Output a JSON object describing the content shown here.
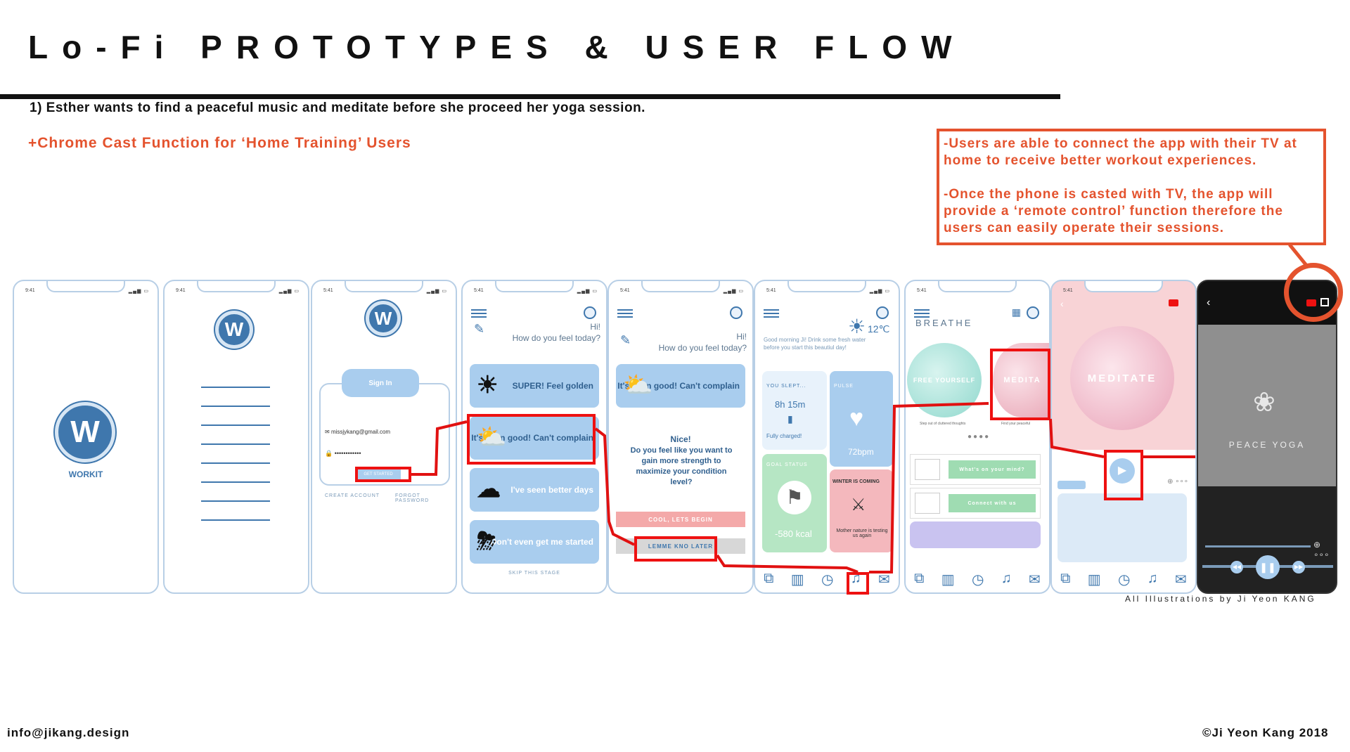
{
  "header": {
    "title": "Lo-Fi PROTOTYPES & USER FLOW",
    "scenario": "1) Esther wants to find a peaceful music and meditate before she proceed her yoga session.",
    "feature": "+Chrome Cast Function for ‘Home Training’ Users"
  },
  "callout": {
    "para1": "-Users are able to connect the app with their TV at home to receive better workout experiences.",
    "para2": "-Once the phone is casted with TV, the app will provide a ‘remote control’ function therefore the users can easily operate their sessions."
  },
  "status": {
    "time1": "9:41",
    "time2": "5:41"
  },
  "splash": {
    "brand": "WORKIT",
    "logo_letter": "W"
  },
  "signin": {
    "button": "Sign In",
    "email": "missjykang@gmail.com",
    "password": "••••••••••••",
    "get_started": "GET STARTED",
    "create_account": "CREATE ACCOUNT",
    "forgot_password": "FORGOT PASSWORD"
  },
  "mood": {
    "greeting": "Hi!",
    "question": "How do you feel today?",
    "options": [
      "SUPER! Feel golden",
      "It's been good! Can't complain",
      "I've seen better days",
      "Don't even get me started"
    ],
    "skip": "SKIP THIS STAGE"
  },
  "followup": {
    "selected": "It's been good! Can't complain",
    "nice": "Nice!",
    "prompt": "Do you feel like you want to gain more strength to maximize your condition level?",
    "begin": "COOL, LETS BEGIN",
    "later": "LEMME KNO LATER"
  },
  "dashboard": {
    "temp": "12℃",
    "morning": "Good morning Ji! Drink some fresh water before you start this beautiul day!",
    "slept_label": "YOU SLEPT...",
    "slept": "8h 15m",
    "charged": "Fully charged!",
    "pulse_label": "PULSE",
    "pulse": "72bpm",
    "goal_label": "GOAL STATUS",
    "goal": "-580 kcal",
    "winter_title": "WINTER IS COMING",
    "winter_text": "Mother nature is testing us again"
  },
  "breathe": {
    "title": "BREATHE",
    "free": "FREE YOURSELF",
    "meditate": "MEDITA",
    "free_caption": "Step out of cluttered thoughts",
    "med_caption": "Find your peaceful",
    "mind": "What's on your mind?",
    "connect": "Connect with us"
  },
  "player": {
    "title": "MEDITATE",
    "more": "⊕ ∘∘∘"
  },
  "tv": {
    "title": "PEACE YOGA"
  },
  "footer": {
    "credit": "All Illustrations by Ji Yeon KANG",
    "email": "info@jikang.design",
    "copyright": "©Ji Yeon Kang 2018"
  },
  "colors": {
    "accent": "#e4532e",
    "highlight": "#e11111",
    "brand": "#3f77ad"
  }
}
